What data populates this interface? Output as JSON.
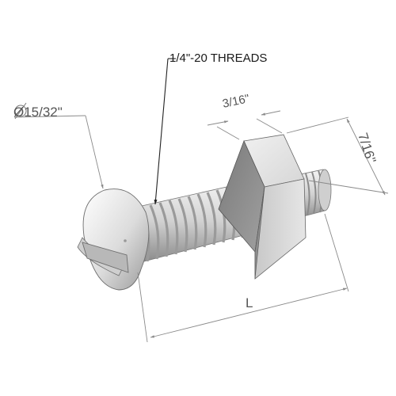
{
  "callouts": {
    "thread_spec": "1/4\"-20 THREADS",
    "head_diameter": "Ø15/32\"",
    "nut_thickness": "3/16\"",
    "nut_width": "7/16\"",
    "length": "L"
  },
  "colors": {
    "metal_light": "#f2f2f2",
    "metal_mid": "#c9c9c9",
    "metal_dark": "#8e8e8e",
    "dimension_line": "#8a8a8a",
    "text": "#1a1a1a"
  }
}
